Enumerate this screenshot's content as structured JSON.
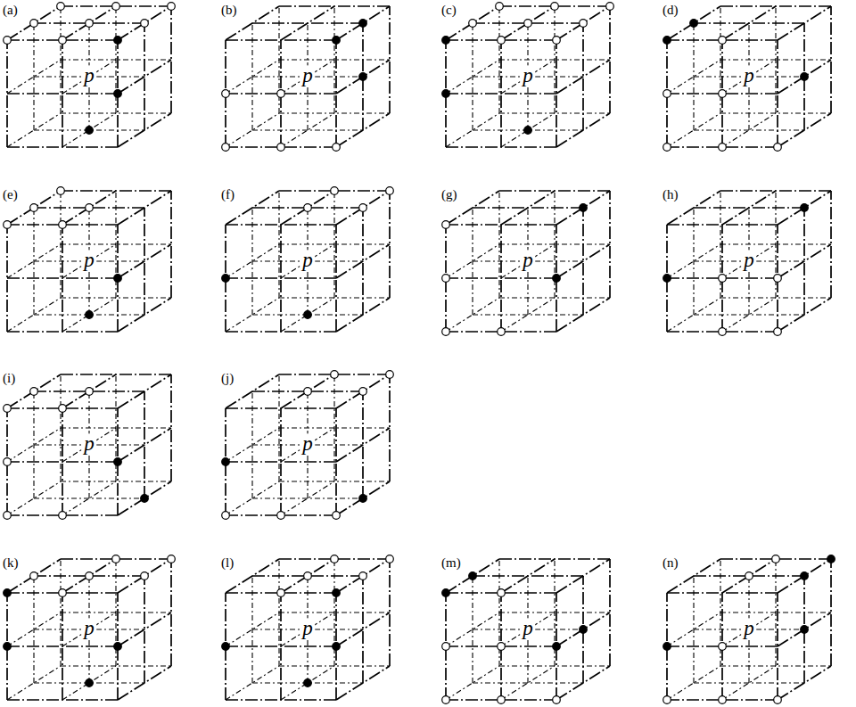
{
  "diagram": {
    "labels": [
      "(a)",
      "p",
      "(b)",
      "p",
      "(c)",
      "p",
      "(d)",
      "p",
      "(e)",
      "p",
      "(f)",
      "p",
      "(g)",
      "p",
      "(h)",
      "p",
      "(i)",
      "p",
      "(j)",
      "p",
      "(k)",
      "p",
      "(l)",
      "p",
      "(m)",
      "p",
      "(n)",
      "p"
    ]
  }
}
